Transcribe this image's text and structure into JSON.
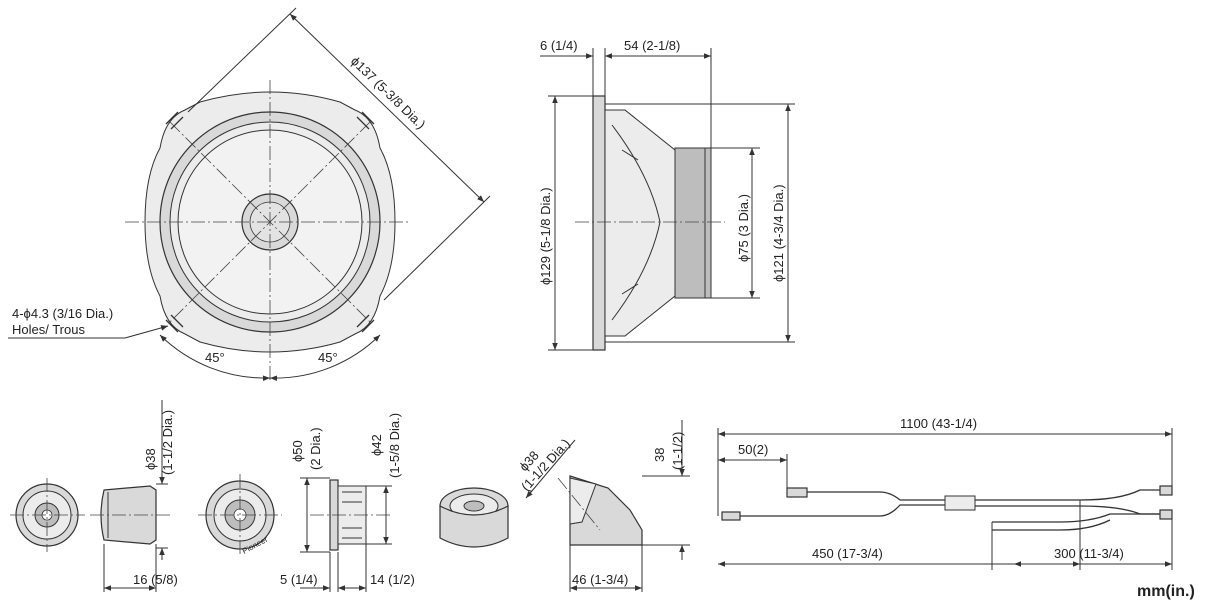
{
  "unit_label": "mm(in.)",
  "woofer_front": {
    "diagonal": "ϕ137 (5-3/8 Dia.)",
    "holes_line1": "4-ϕ4.3 (3/16 Dia.)",
    "holes_line2": "Holes/ Trous",
    "angle_left": "45°",
    "angle_right": "45°"
  },
  "woofer_side": {
    "flange_depth": "6 (1/4)",
    "body_depth": "54 (2-1/8)",
    "flange_dia": "ϕ129 (5-1/8 Dia.)",
    "magnet_dia": "ϕ75 (3 Dia.)",
    "mount_dia": "ϕ121 (4-3/4 Dia.)"
  },
  "tweeter_small": {
    "dia_line1": "ϕ38",
    "dia_line2": "(1-1/2 Dia.)",
    "depth": "16 (5/8)"
  },
  "tweeter_flush": {
    "outer_line1": "ϕ50",
    "outer_line2": "(2 Dia.)",
    "inner_line1": "ϕ42",
    "inner_line2": "(1-5/8 Dia.)",
    "flange": "5 (1/4)",
    "depth": "14 (1/2)",
    "brand": "Pioneer"
  },
  "tweeter_angled": {
    "dia_line1": "ϕ38",
    "dia_line2": "(1-1/2 Dia.)",
    "height_line1": "38",
    "height_line2": "(1-1/2)",
    "width": "46 (1-3/4)"
  },
  "cable": {
    "total": "1100 (43-1/4)",
    "lead": "50(2)",
    "left_run": "450 (17-3/4)",
    "right_run": "300 (11-3/4)"
  }
}
